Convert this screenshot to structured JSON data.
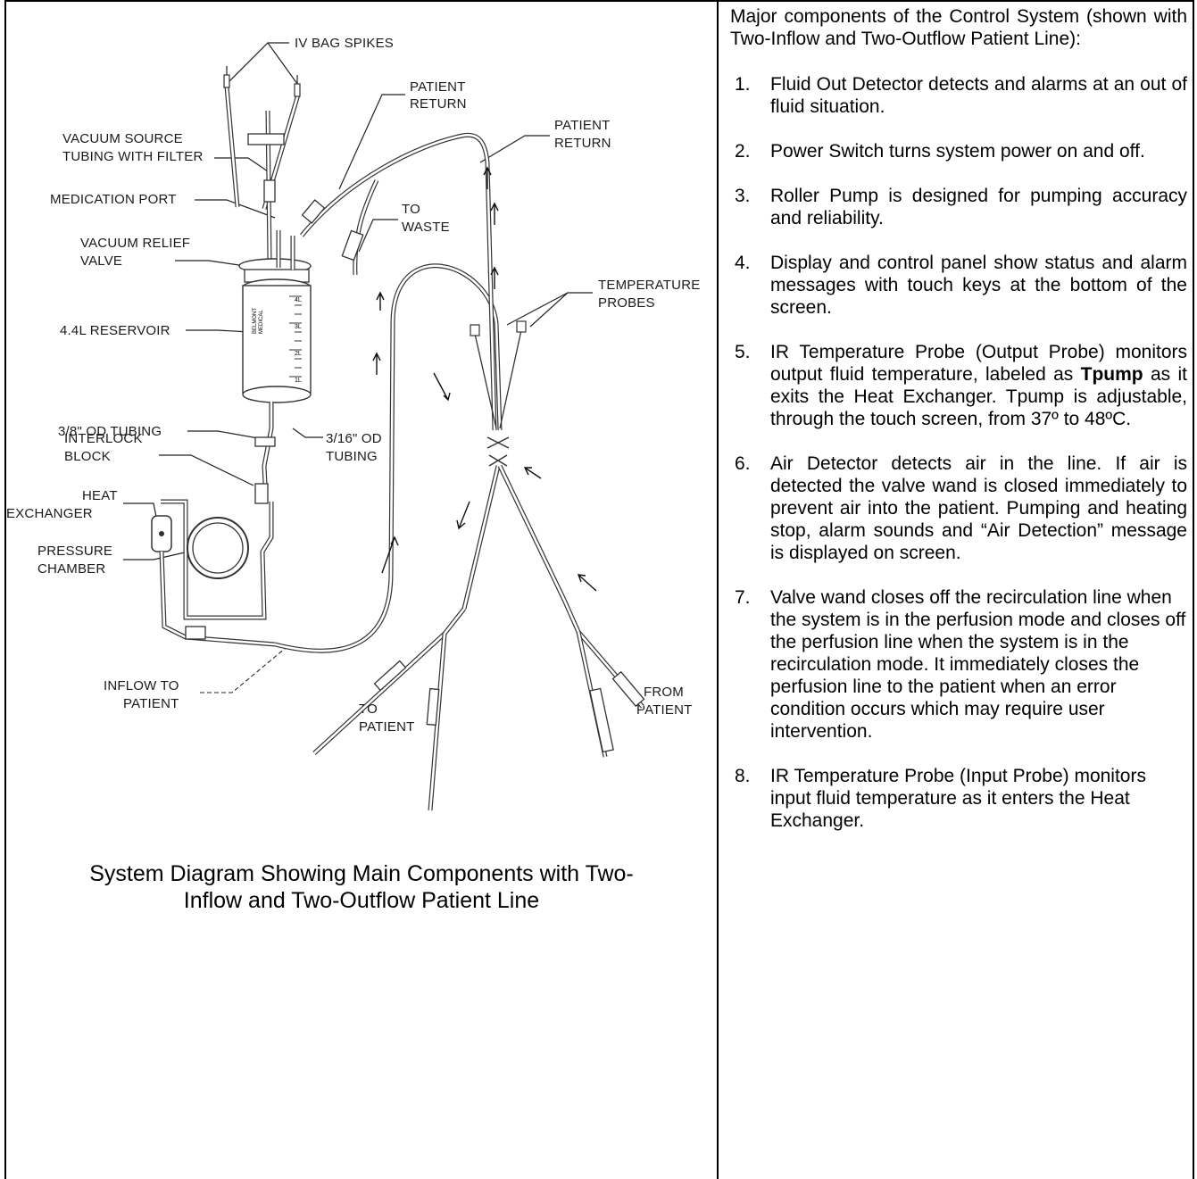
{
  "diagram": {
    "labels": {
      "iv_bag_spikes": "IV BAG SPIKES",
      "patient_return_1": [
        "PATIENT",
        "RETURN"
      ],
      "patient_return_2": [
        "PATIENT",
        "RETURN"
      ],
      "vacuum_source": [
        "VACUUM SOURCE",
        "TUBING WITH FILTER"
      ],
      "medication_port": "MEDICATION PORT",
      "to_waste": [
        "TO",
        "WASTE"
      ],
      "vacuum_relief": [
        "VACUUM RELIEF",
        "VALVE"
      ],
      "temperature_probes": [
        "TEMPERATURE",
        "PROBES"
      ],
      "reservoir": "4.4L RESERVOIR",
      "od_38": "3/8\" OD TUBING",
      "interlock": [
        "INTERLOCK",
        "BLOCK"
      ],
      "od_316": [
        "3/16\" OD",
        "TUBING"
      ],
      "heat_exchanger": [
        "HEAT",
        "EXCHANGER"
      ],
      "pressure_chamber": [
        "PRESSURE",
        "CHAMBER"
      ],
      "inflow": [
        "INFLOW TO",
        "PATIENT"
      ],
      "to_patient": [
        "TO",
        "PATIENT"
      ],
      "from_patient": [
        "FROM",
        "PATIENT"
      ],
      "reservoir_marks": [
        "4L",
        "3L",
        "2L",
        "1L"
      ],
      "reservoir_brand": [
        "BELMONT",
        "MEDICAL"
      ]
    },
    "caption": [
      "System Diagram Showing Main Components with Two-",
      "Inflow and Two-Outflow Patient Line"
    ]
  },
  "components": {
    "intro": "Major components of the Control System (shown with Two-Inflow and Two-Outflow Patient Line):",
    "items": [
      {
        "num": "1.",
        "text": "Fluid Out Detector detects and alarms at an out of fluid situation."
      },
      {
        "num": "2.",
        "text": "Power Switch turns system power on and off."
      },
      {
        "num": "3.",
        "text": "Roller Pump is designed for pumping accuracy and reliability."
      },
      {
        "num": "4.",
        "text": "Display and control panel show status and alarm messages with touch keys at the bottom of the screen."
      },
      {
        "num": "5.",
        "text_before": "IR Temperature Probe (Output Probe) monitors output fluid temperature, labeled as ",
        "bold": "Tpump",
        "text_after": " as it exits the Heat Exchanger. Tpump is adjustable, through the touch screen, from 37º to 48ºC."
      },
      {
        "num": "6.",
        "text": "Air Detector detects air in the line. If air is detected the valve wand is closed immediately to prevent air into the patient. Pumping and heating stop, alarm sounds and “Air Detection” message is displayed on screen."
      },
      {
        "num": "7.",
        "text": "Valve wand closes off the recirculation line when the system is in the perfusion mode and closes off the perfusion line when the system is in the recirculation mode. It immediately closes the perfusion line to the patient when an error condition occurs which may require user intervention."
      },
      {
        "num": "8.",
        "text": "IR Temperature Probe (Input Probe) monitors input fluid temperature as it enters the Heat Exchanger."
      }
    ]
  }
}
